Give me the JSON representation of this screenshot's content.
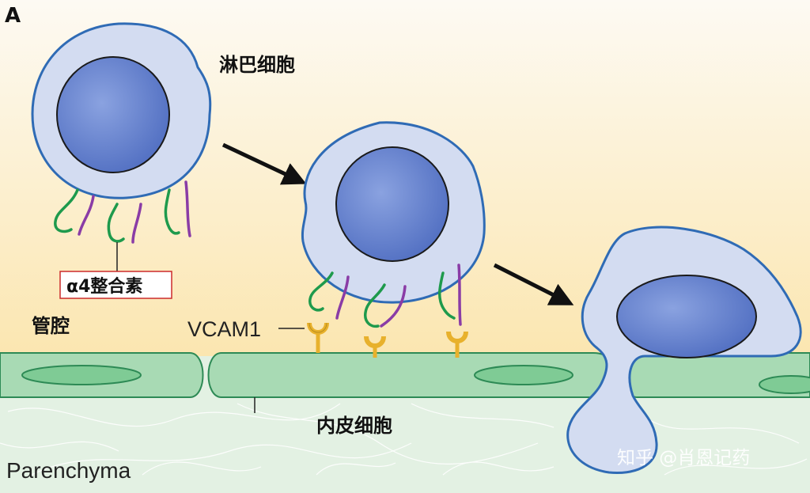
{
  "panel_label": "A",
  "labels": {
    "lymphocyte": "淋巴细胞",
    "integrin": "α4整合素",
    "lumen": "管腔",
    "vcam": "VCAM1",
    "endothelial": "内皮细胞",
    "parenchyma": "Parenchyma"
  },
  "watermark": "知乎 @肖恩记药",
  "colors": {
    "lumen_top": "#fdf9f0",
    "lumen_bottom": "#fbe8b6",
    "tissue": "#e4f2e4",
    "endothelium": "#a9dbb5",
    "endothelium_stroke": "#2d8a55",
    "cell_fill": "#d3dcf1",
    "cell_outline": "#2f6bb5",
    "nucleus": "#5a78c9",
    "integrin_green": "#1e9a4c",
    "integrin_purple": "#8a3ca6",
    "vcam_yellow": "#e8b12c",
    "label_box": "#cc2b2b"
  }
}
